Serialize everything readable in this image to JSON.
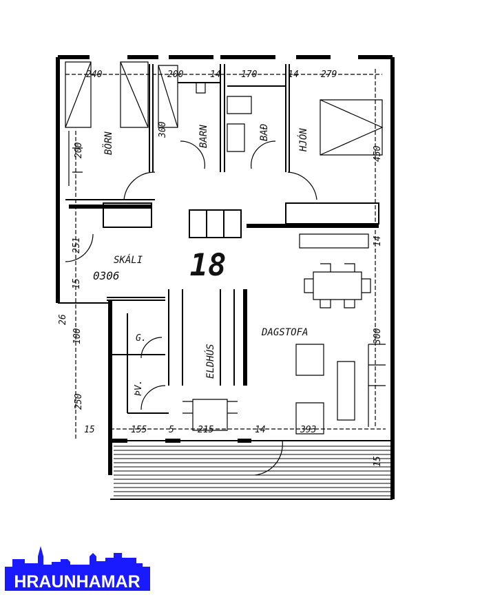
{
  "plan": {
    "unit_number": "18",
    "unit_code": "0306",
    "rooms": {
      "child1": "BÖRN",
      "child2": "BARN",
      "bath": "BAÐ",
      "master": "HJÓN",
      "hall": "SKÁLI",
      "kitchen": "ELDHÚS",
      "living": "DAGSTOFA",
      "storage_g": "G.",
      "laundry": "ÞV."
    },
    "dimensions": {
      "top": [
        "240",
        "200",
        "14",
        "170",
        "14",
        "279"
      ],
      "left": [
        "200",
        "251",
        "15",
        "26",
        "100",
        "250"
      ],
      "inner_vertical": [
        "300",
        "450",
        "14",
        "300",
        "15"
      ],
      "bottom": [
        "15",
        "155",
        "5",
        "215",
        "14",
        "393"
      ]
    }
  },
  "logo": {
    "text": "HRAUNHAMAR",
    "color": "#1a1aff"
  }
}
